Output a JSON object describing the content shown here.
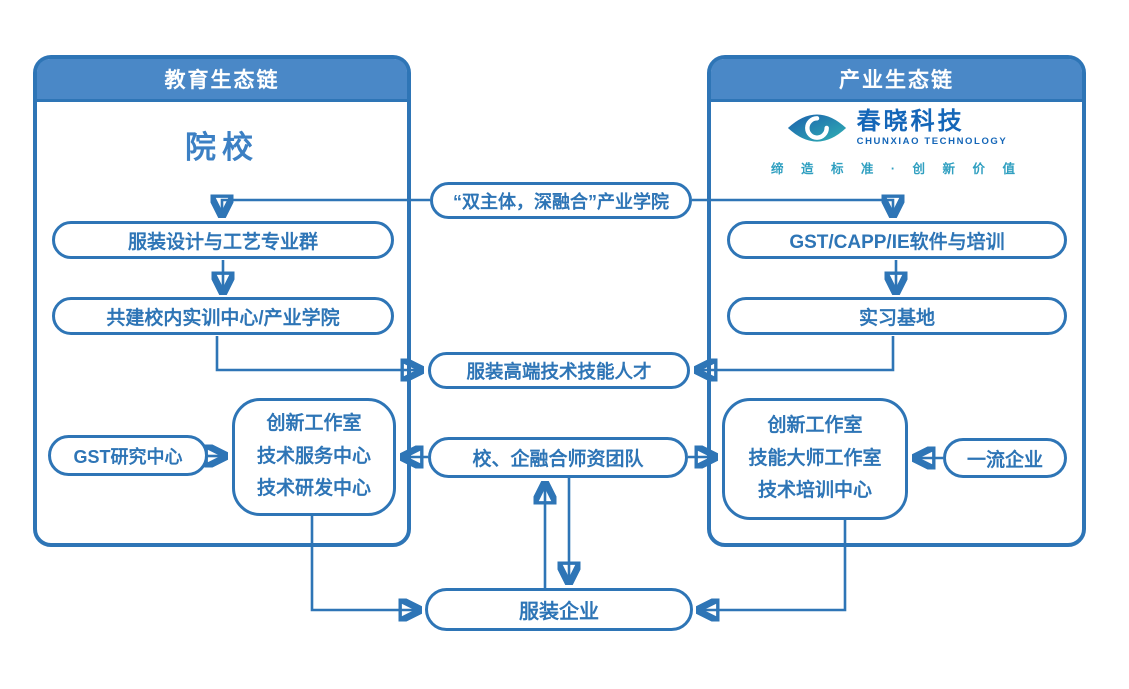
{
  "colors": {
    "accent": "#2e75b6",
    "header_fill": "#4a88c7",
    "logo_blue": "#1466b8",
    "logo_teal": "#30b2b4",
    "slogan_color": "#2f9fc0"
  },
  "left_panel": {
    "header": "教育生态链",
    "title": "院校"
  },
  "right_panel": {
    "header": "产业生态链",
    "logo": {
      "cn": "春晓科技",
      "en": "CHUNXIAO TECHNOLOGY",
      "slogan": "缔 造 标 准 · 创 新 价 值"
    }
  },
  "nodes": {
    "industry_college": "“双主体，深融合”产业学院",
    "fashion_major_group": "服装设计与工艺专业群",
    "training_center": "共建校内实训中心/产业学院",
    "gst_capp_software": "GST/CAPP/IE软件与培训",
    "internship_base": "实习基地",
    "talent": "服装高端技术技能人才",
    "gst_research": "GST研究中心",
    "teacher_team": "校、企融合师资团队",
    "top_enterprise": "一流企业",
    "fashion_enterprise": "服装企业",
    "left_centers": {
      "lines": [
        "创新工作室",
        "技术服务中心",
        "技术研发中心"
      ]
    },
    "right_centers": {
      "lines": [
        "创新工作室",
        "技能大师工作室",
        "技术培训中心"
      ]
    }
  }
}
